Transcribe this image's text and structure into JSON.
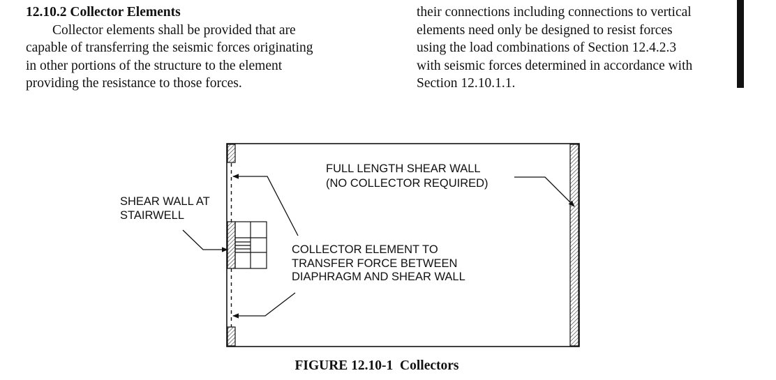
{
  "left_column": {
    "heading": "12.10.2 Collector Elements",
    "lines": [
      "Collector elements shall be provided that are",
      "capable of transferring the seismic forces originating",
      "in other portions of the structure to the element",
      "providing the resistance to those forces."
    ]
  },
  "right_column": {
    "lines": [
      "their connections including connections to vertical",
      "elements need only be designed to resist forces",
      "using the load combinations of Section 12.4.2.3",
      "with seismic forces determined in accordance with",
      "Section 12.10.1.1."
    ]
  },
  "figure": {
    "labels": {
      "full_length_wall": [
        "FULL LENGTH SHEAR WALL",
        "(NO COLLECTOR REQUIRED)"
      ],
      "stairwell_wall": [
        "SHEAR WALL AT",
        "STAIRWELL"
      ],
      "collector_element": [
        "COLLECTOR ELEMENT TO",
        "TRANSFER FORCE BETWEEN",
        "DIAPHRAGM AND SHEAR WALL"
      ]
    },
    "caption": "FIGURE 12.10-1  Collectors"
  }
}
